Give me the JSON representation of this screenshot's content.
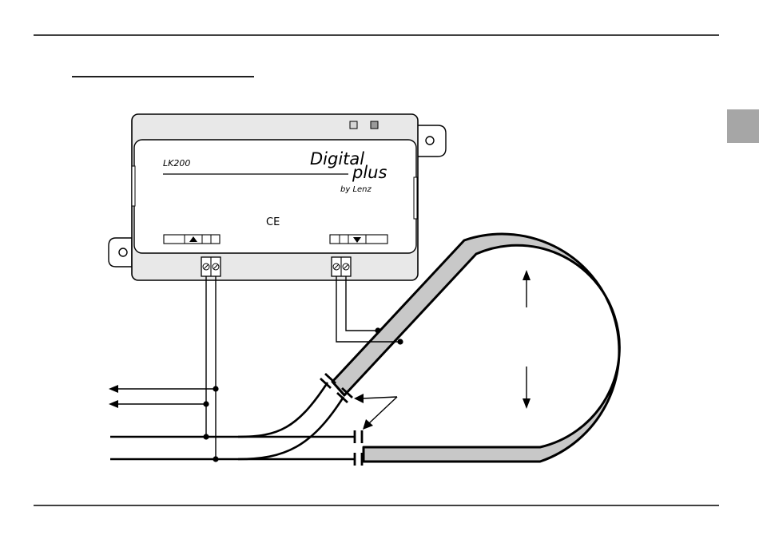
{
  "device": {
    "model": "LK200",
    "brand_main": "Digital",
    "brand_sub": "plus",
    "brand_by": "by Lenz",
    "ce_mark": "CE"
  },
  "colors": {
    "line": "#000000",
    "housing_fill": "#e8e8e8",
    "track_loop_fill": "#c8c8c8",
    "side_tab_fill": "#a6a6a6",
    "led_fill": "#b8b8b8"
  },
  "icons": {
    "left_direction_marker": "triangle-up",
    "right_direction_marker": "triangle-down",
    "loop_upper_arrow": "arrow-up",
    "loop_lower_arrow": "arrow-down",
    "feed_arrows": "arrow-left"
  }
}
